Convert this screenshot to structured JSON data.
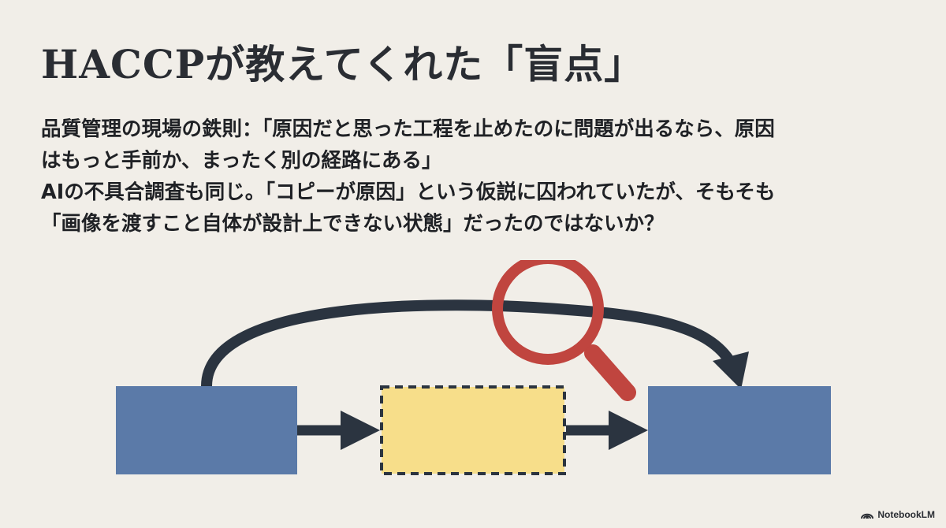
{
  "title": "HACCPが教えてくれた「盲点」",
  "body": {
    "line1": "品質管理の現場の鉄則：「原因だと思った工程を止めたのに問題が出るなら、原因",
    "line2": "はもっと手前か、まったく別の経路にある」",
    "line3": "AIの不具合調査も同じ。「コピーが原因」という仮説に囚われていたが、そもそも",
    "line4": "「画像を渡すこと自体が設計上できない状態」だったのではないか？"
  },
  "diagram": {
    "colors": {
      "process_box": "#5b7aa8",
      "suspect_box": "#f7de8a",
      "arrow": "#2b3440",
      "magnifier": "#c0453f"
    },
    "icons": [
      "magnifier-icon"
    ]
  },
  "footer": {
    "brand": "NotebookLM",
    "icon": "notebooklm-logo-icon"
  }
}
